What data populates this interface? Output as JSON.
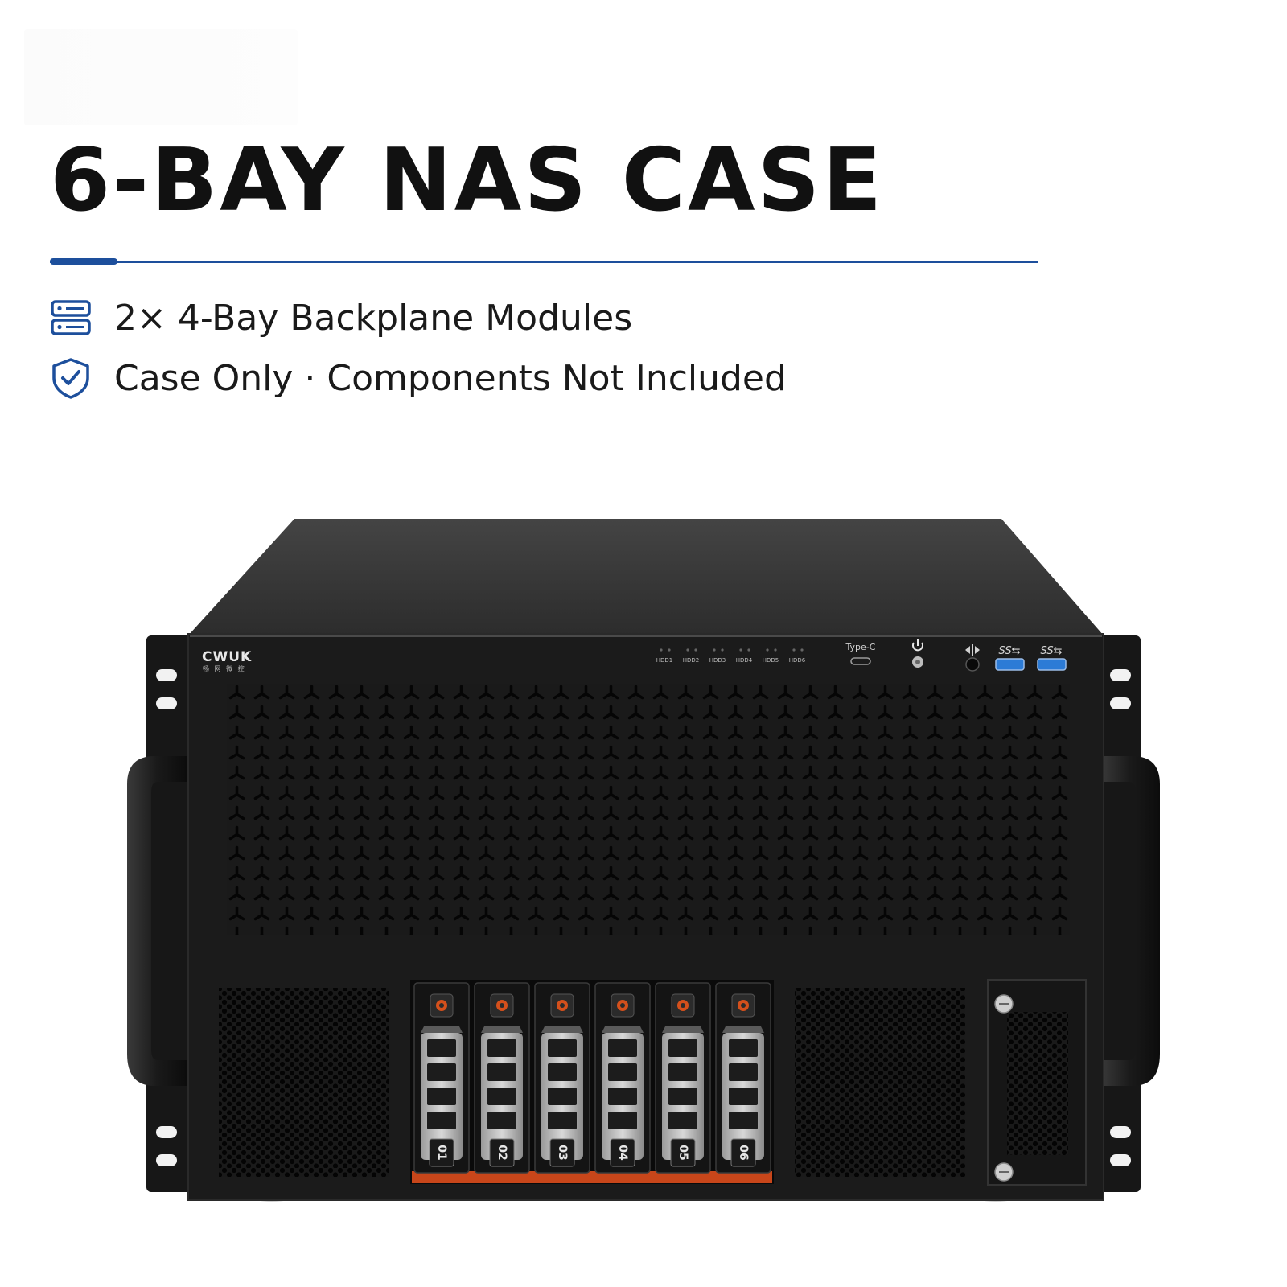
{
  "header": {
    "title": "6-BAY NAS CASE"
  },
  "features": [
    {
      "icon": "server-modules-icon",
      "text": "2× 4-Bay Backplane Modules"
    },
    {
      "icon": "shield-check-icon",
      "text": "Case Only · Components Not Included"
    }
  ],
  "product": {
    "brand": "CWUK",
    "brand_sub": "畅 网 微 控",
    "hdd_labels": [
      "HDD1",
      "HDD2",
      "HDD3",
      "HDD4",
      "HDD5",
      "HDD6"
    ],
    "type_c_label": "Type-C",
    "usb_labels": [
      "SS⇆",
      "SS⇆"
    ],
    "bays": [
      "01",
      "02",
      "03",
      "04",
      "05",
      "06"
    ]
  },
  "colors": {
    "accent": "#1d4f9c",
    "chassis": "#1b1b1b",
    "tray_latch": "#d4501c",
    "usb_port": "#2c7bd6"
  }
}
